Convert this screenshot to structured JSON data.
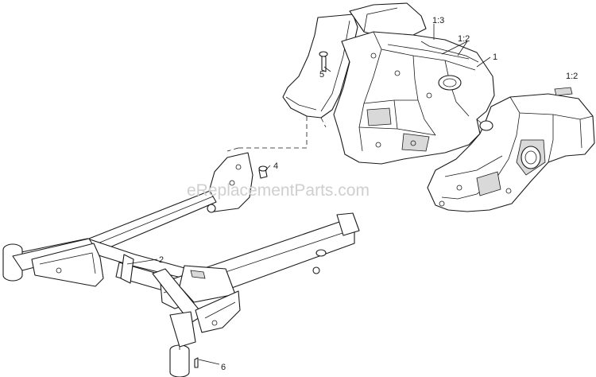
{
  "watermark": "eReplacementParts.com",
  "callouts": [
    {
      "id": "c1",
      "label": "1"
    },
    {
      "id": "c12a",
      "label": "1:2"
    },
    {
      "id": "c12b",
      "label": "1:2"
    },
    {
      "id": "c13",
      "label": "1:3"
    },
    {
      "id": "c2",
      "label": "2"
    },
    {
      "id": "c4",
      "label": "4"
    },
    {
      "id": "c5",
      "label": "5"
    },
    {
      "id": "c6",
      "label": "6"
    }
  ]
}
